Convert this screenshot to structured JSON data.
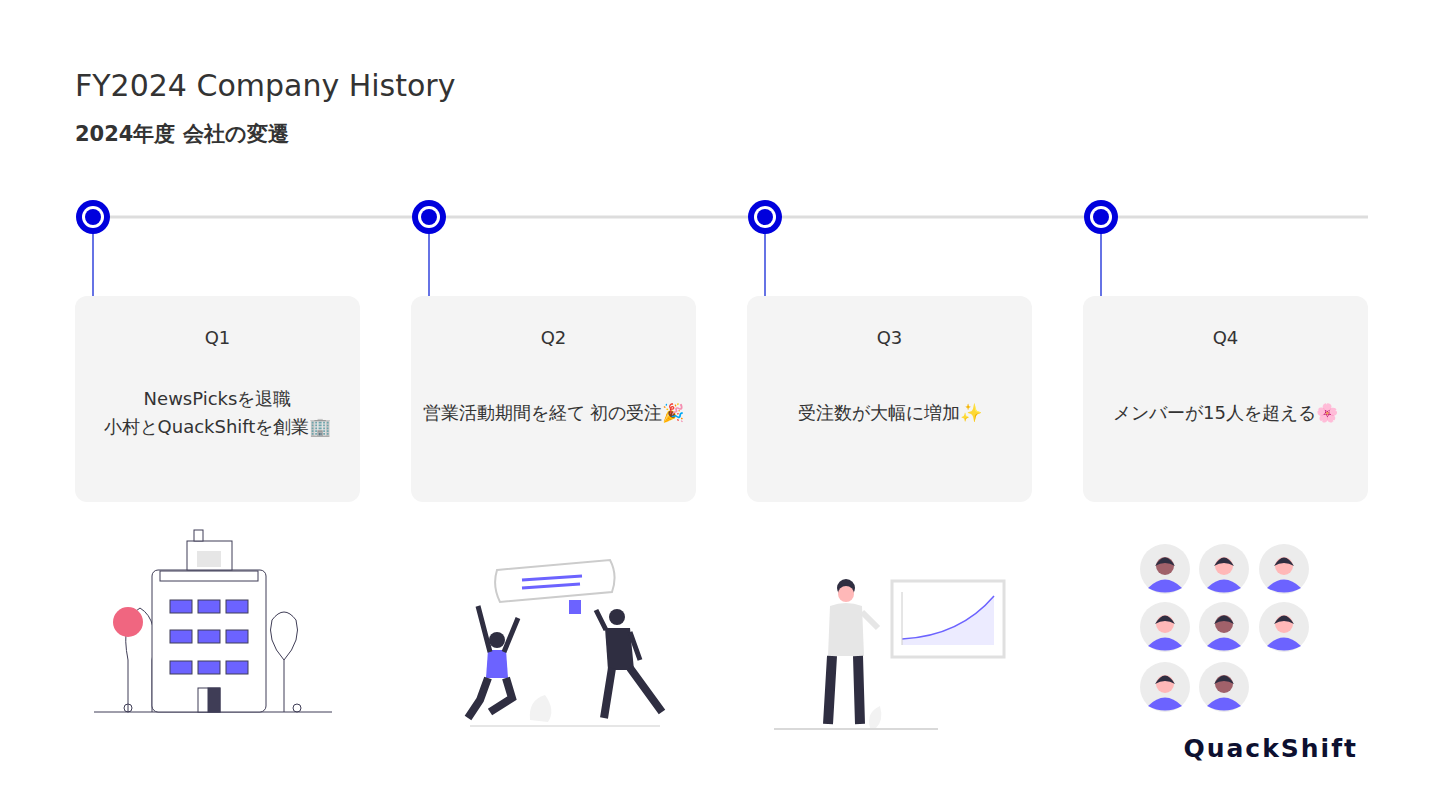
{
  "diagram": {
    "title": "FY2024 Company History",
    "nodes": [
      {
        "text": [
          "Q1",
          "NewsPicksを退職 小村とQuackShiftを創業🏢"
        ]
      },
      {
        "text": [
          "Q2",
          "営業活動期間を経て 初の受注🎉"
        ]
      },
      {
        "text": [
          "Q3",
          "受注数が大幅に増加✨"
        ]
      },
      {
        "text": [
          "Q4",
          "メンバーが15人を超える🌸"
        ]
      }
    ],
    "labels": [
      "2024年度 会社の変遷",
      "QuackShift"
    ]
  }
}
